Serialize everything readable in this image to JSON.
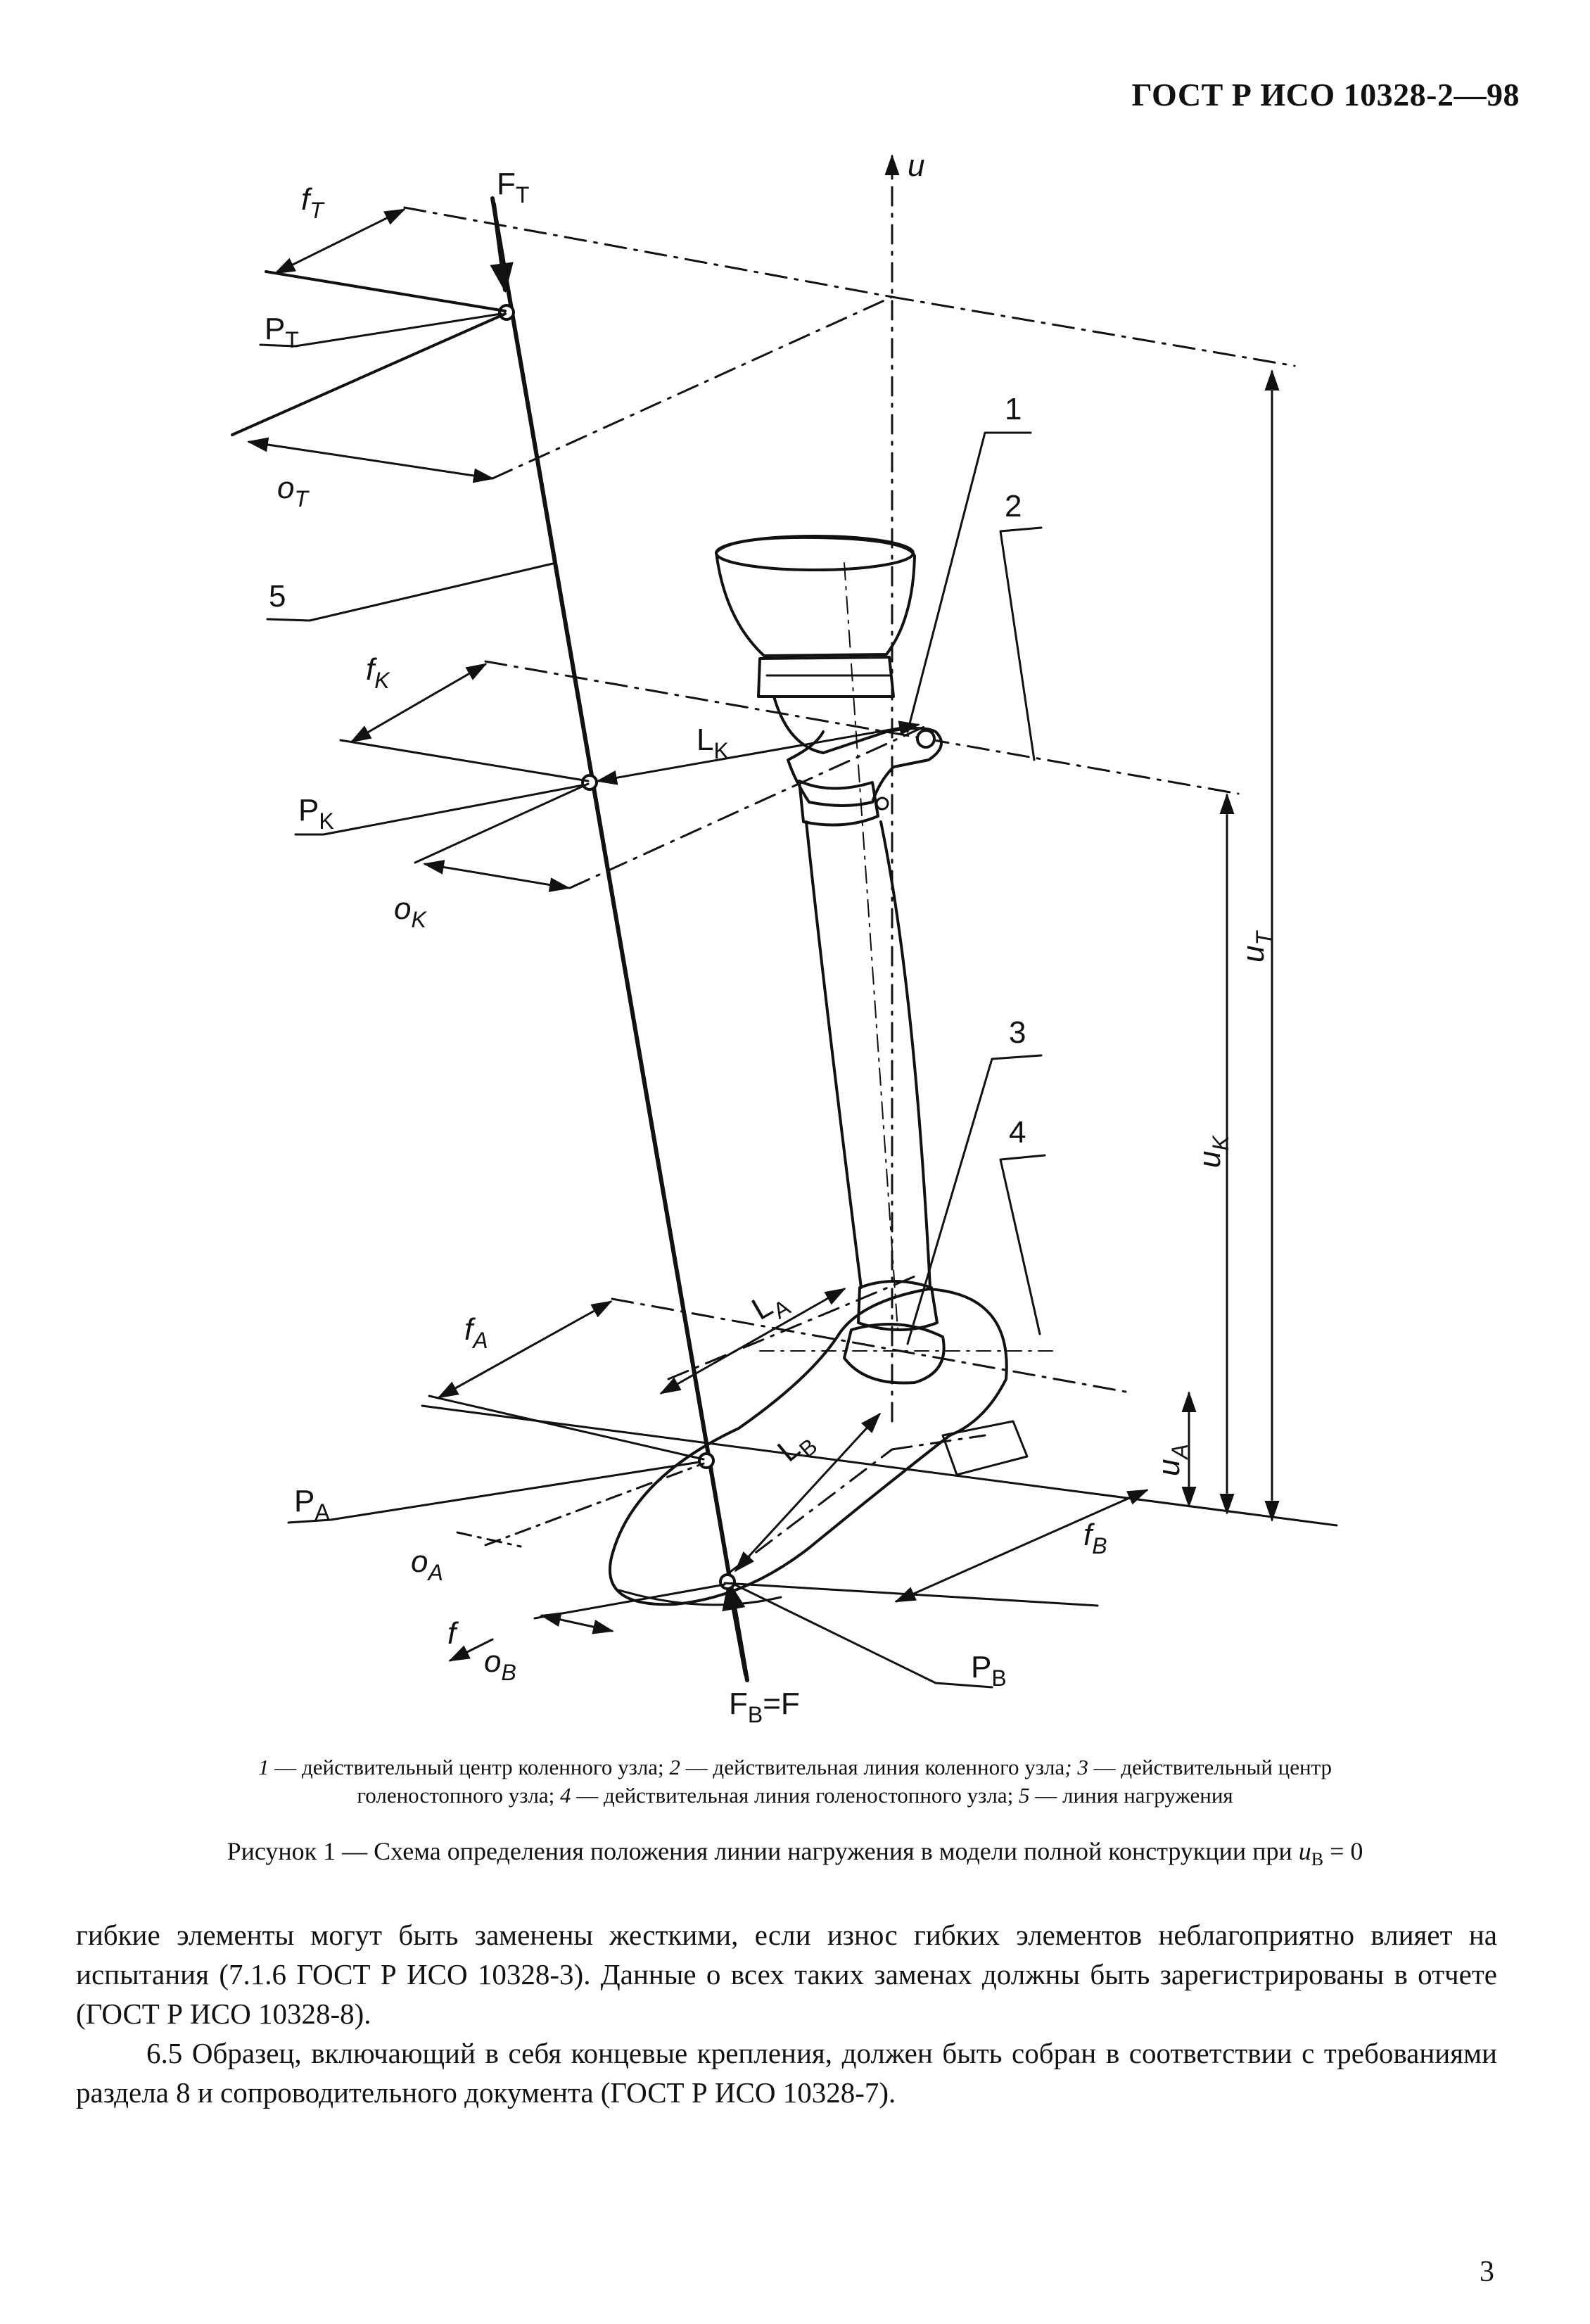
{
  "header": {
    "standard_code": "ГОСТ Р ИСО 10328-2—98"
  },
  "figure": {
    "labels": {
      "u": "u",
      "F_T_main": "F",
      "F_T_sub": "T",
      "f_T_main": "f",
      "f_T_sub": "T",
      "P_T_main": "P",
      "P_T_sub": "T",
      "o_T_main": "o",
      "o_T_sub": "T",
      "n1": "1",
      "n2": "2",
      "n3": "3",
      "n4": "4",
      "n5": "5",
      "f_K_main": "f",
      "f_K_sub": "K",
      "L_K_main": "L",
      "L_K_sub": "K",
      "P_K_main": "P",
      "P_K_sub": "K",
      "o_K_main": "o",
      "o_K_sub": "K",
      "u_T_main": "u",
      "u_T_sub": "T",
      "u_K_main": "u",
      "u_K_sub": "K",
      "u_A_main": "u",
      "u_A_sub": "A",
      "L_A_main": "L",
      "L_A_sub": "A",
      "f_A_main": "f",
      "f_A_sub": "A",
      "L_B_main": "L",
      "L_B_sub": "B",
      "P_A_main": "P",
      "P_A_sub": "A",
      "o_A_main": "o",
      "o_A_sub": "A",
      "f_B_main": "f",
      "f_B_sub": "B",
      "f": "f",
      "o_B_main": "o",
      "o_B_sub": "B",
      "P_B_main": "P",
      "P_B_sub": "B",
      "F_B_main": "F",
      "F_B_sub": "B",
      "F_B_rest": "=F"
    }
  },
  "legend": {
    "n1": "1",
    "t1": " — действительный центр коленного узла; ",
    "n2": "2",
    "t2": " — действительная линия коленного узла",
    "n3": "; 3",
    "t3": " — действительный центр",
    "t3b": "голеностопного узла; ",
    "n4": "4",
    "t4": " — действительная линия голеностопного узла; ",
    "n5": "5",
    "t5": " — линия нагружения"
  },
  "caption": {
    "text": "Рисунок 1 — Схема определения положения линии нагружения в модели полной конструкции при ",
    "var": "u",
    "var_sub": "B",
    "rest": " = 0"
  },
  "body": {
    "paragraph1": "гибкие элементы могут быть заменены жесткими, если износ гибких элементов неблагоприятно влияет на испытания (7.1.6 ГОСТ Р ИСО 10328-3). Данные о всех таких заменах должны быть зарегистрированы в отчете (ГОСТ Р ИСО 10328-8).",
    "paragraph2": "6.5 Образец, включающий в себя концевые крепления, должен быть собран в соответствии с требованиями раздела 8 и сопроводительного документа (ГОСТ Р ИСО 10328-7)."
  },
  "footer": {
    "page_number": "3"
  }
}
